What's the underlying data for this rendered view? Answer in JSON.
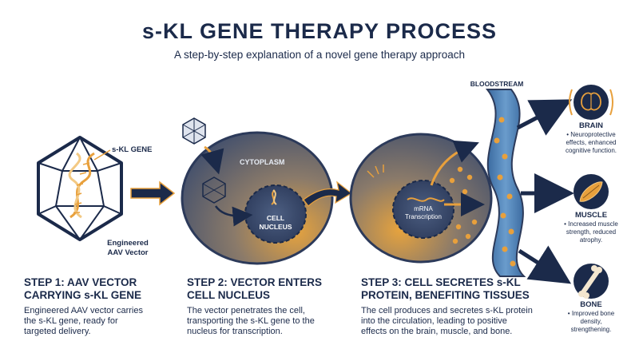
{
  "header": {
    "title": "s-KL GENE THERAPY PROCESS",
    "subtitle": "A step-by-step explanation of a novel gene therapy approach"
  },
  "labels": {
    "gene": "s-KL GENE",
    "vector_line1": "Engineered",
    "vector_line2": "AAV Vector",
    "cytoplasm": "CYTOPLASM",
    "nucleus_line1": "CELL",
    "nucleus_line2": "NUCLEUS",
    "mrna_line1": "mRNA",
    "mrna_line2": "Transcription",
    "bloodstream": "BLOODSTREAM"
  },
  "steps": [
    {
      "title_line1": "STEP 1: AAV VECTOR",
      "title_line2": "CARRYING s-KL GENE",
      "desc_lines": [
        "Engineered AAV vector carries",
        "the s-KL gene, ready for",
        "targeted delivery."
      ]
    },
    {
      "title_line1": "STEP 2: VECTOR ENTERS",
      "title_line2": "CELL NUCLEUS",
      "desc_lines": [
        "The vector penetrates the cell,",
        "transporting the s-KL gene to the",
        "nucleus for transcription."
      ]
    },
    {
      "title_line1": "STEP 3: CELL SECRETES s-KL",
      "title_line2": "PROTEIN, BENEFITING TISSUES",
      "desc_lines": [
        "The cell produces and secretes s-KL protein",
        "into the circulation, leading to positive",
        "effects on the brain, muscle, and bone."
      ]
    }
  ],
  "organs": [
    {
      "name": "BRAIN",
      "lines": [
        "• Neuroprotective",
        "effects, enhanced",
        "cognitive function."
      ]
    },
    {
      "name": "MUSCLE",
      "lines": [
        "• Increased muscle",
        "strength, reduced",
        "atrophy."
      ]
    },
    {
      "name": "BONE",
      "lines": [
        "• Improved bone",
        "density,",
        "strengthening."
      ]
    }
  ],
  "colors": {
    "navy": "#1b2a4a",
    "orange": "#e8a03c",
    "cell_blue": "#4a5a78",
    "blood_blue": "#4a7bb0"
  }
}
